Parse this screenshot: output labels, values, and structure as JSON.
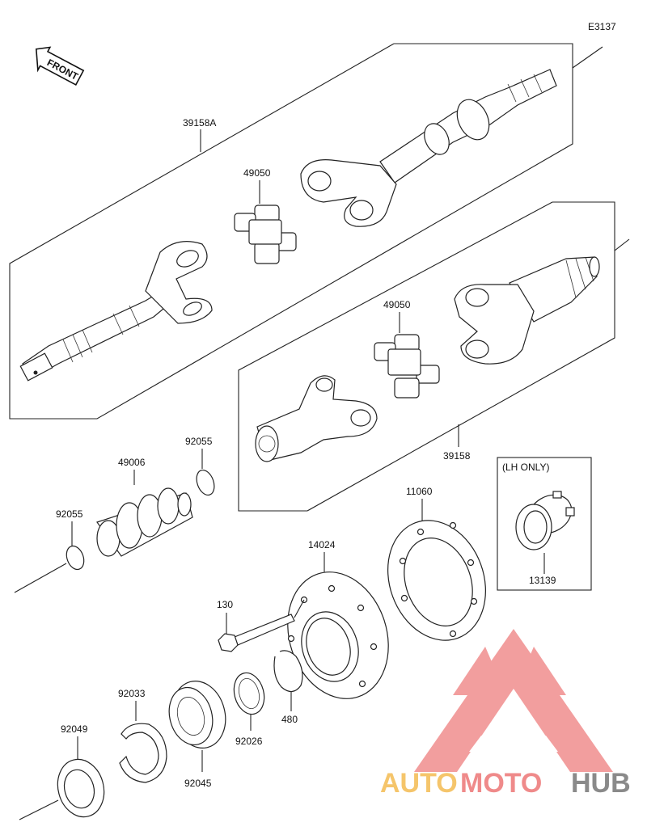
{
  "diagram_code": "E3137",
  "front_label": "FRONT",
  "lh_only_label": "(LH ONLY)",
  "labels": {
    "p39158A": "39158A",
    "p49050_top": "49050",
    "p49050_mid": "49050",
    "p39158": "39158",
    "p92055_a": "92055",
    "p92055_b": "92055",
    "p49006": "49006",
    "p11060": "11060",
    "p14024": "14024",
    "p13139": "13139",
    "p130": "130",
    "p92033": "92033",
    "p92026": "92026",
    "p480": "480",
    "p92049": "92049",
    "p92045": "92045"
  },
  "watermark": {
    "part1": "AUTO",
    "part2": "MOTO",
    "part3": "HUB",
    "color_auto": "#f5c56b",
    "color_moto": "#ef8a8a",
    "color_hub": "#8a8a8a",
    "logo_color": "#f08e8e"
  }
}
